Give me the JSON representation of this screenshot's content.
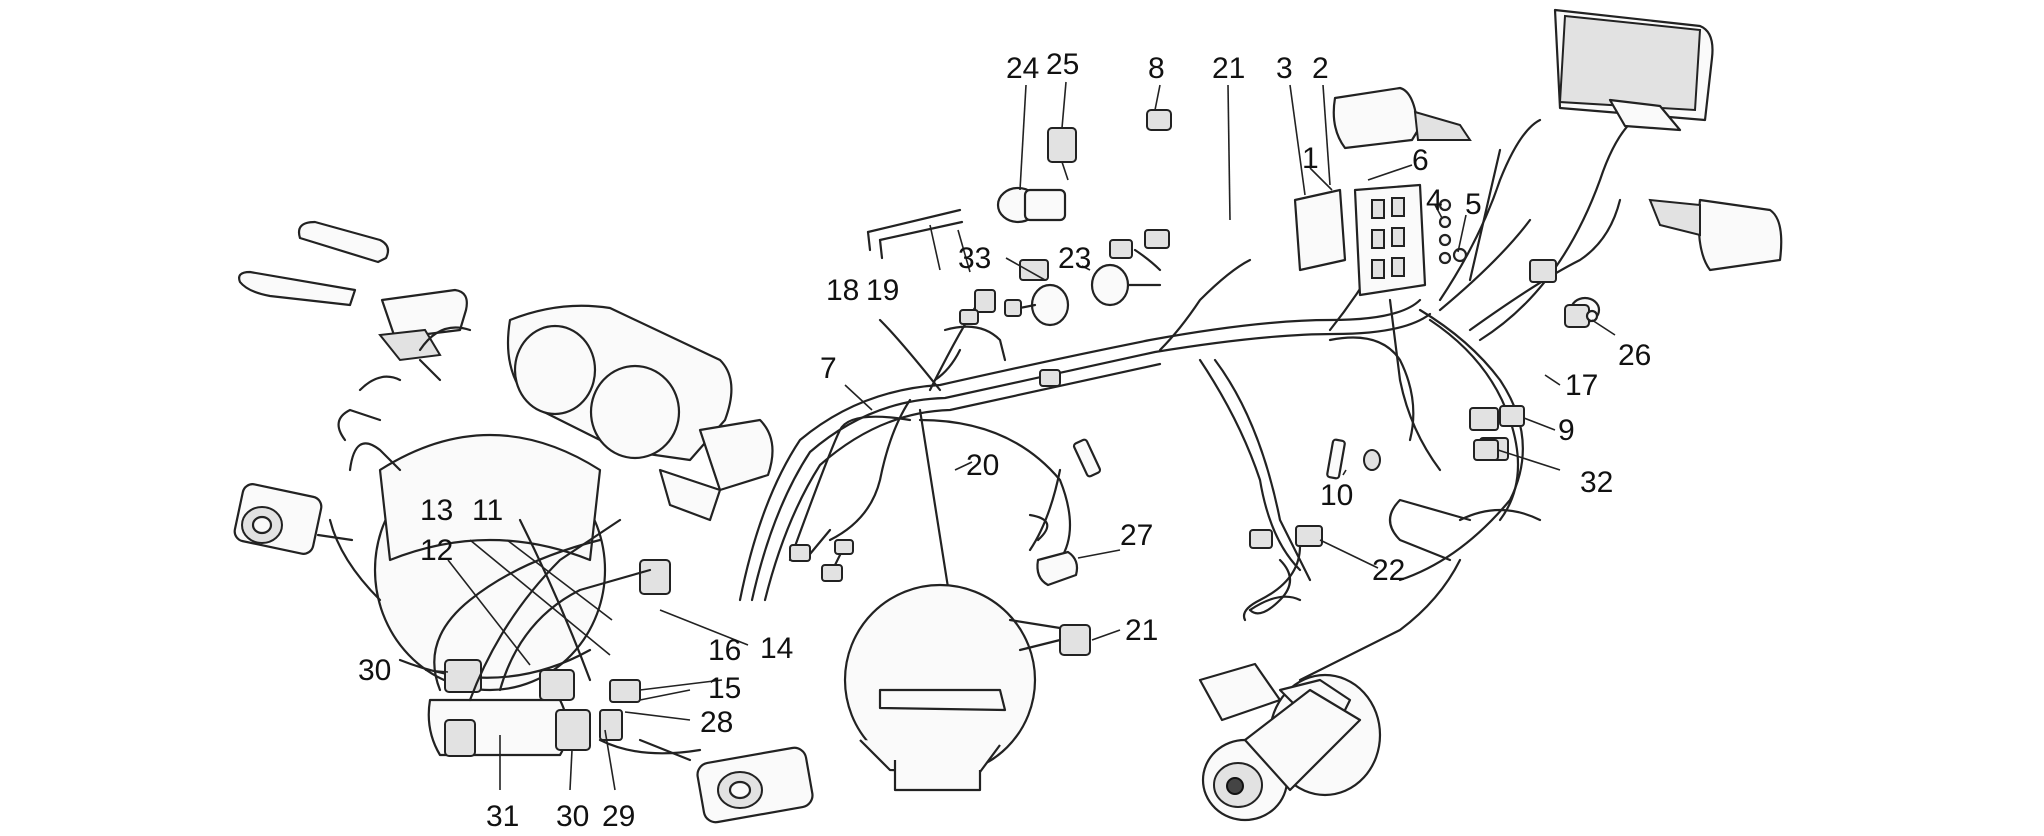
{
  "diagram": {
    "labels": [
      {
        "id": "n1",
        "text": "1"
      },
      {
        "id": "n2",
        "text": "2"
      },
      {
        "id": "n3",
        "text": "3"
      },
      {
        "id": "n4",
        "text": "4"
      },
      {
        "id": "n5",
        "text": "5"
      },
      {
        "id": "n6",
        "text": "6"
      },
      {
        "id": "n7",
        "text": "7"
      },
      {
        "id": "n8",
        "text": "8"
      },
      {
        "id": "n9",
        "text": "9"
      },
      {
        "id": "n10",
        "text": "10"
      },
      {
        "id": "n11",
        "text": "11"
      },
      {
        "id": "n12",
        "text": "12"
      },
      {
        "id": "n13",
        "text": "13"
      },
      {
        "id": "n14",
        "text": "14"
      },
      {
        "id": "n15",
        "text": "15"
      },
      {
        "id": "n16",
        "text": "16"
      },
      {
        "id": "n17",
        "text": "17"
      },
      {
        "id": "n18",
        "text": "18"
      },
      {
        "id": "n19",
        "text": "19"
      },
      {
        "id": "n20",
        "text": "20"
      },
      {
        "id": "n21a",
        "text": "21"
      },
      {
        "id": "n21b",
        "text": "21"
      },
      {
        "id": "n22",
        "text": "22"
      },
      {
        "id": "n23",
        "text": "23"
      },
      {
        "id": "n24",
        "text": "24"
      },
      {
        "id": "n25",
        "text": "25"
      },
      {
        "id": "n26",
        "text": "26"
      },
      {
        "id": "n27",
        "text": "27"
      },
      {
        "id": "n28",
        "text": "28"
      },
      {
        "id": "n29",
        "text": "29"
      },
      {
        "id": "n30a",
        "text": "30"
      },
      {
        "id": "n30b",
        "text": "30"
      },
      {
        "id": "n31",
        "text": "31"
      },
      {
        "id": "n32",
        "text": "32"
      },
      {
        "id": "n33",
        "text": "33"
      }
    ]
  }
}
